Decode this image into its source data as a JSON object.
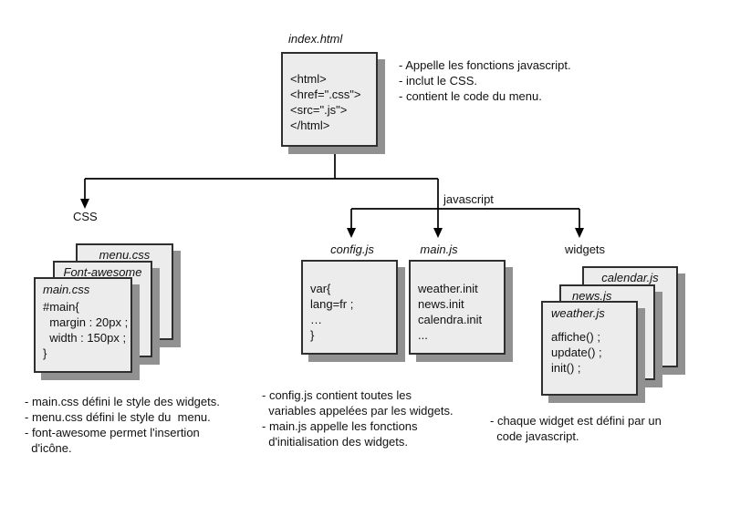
{
  "index_file": {
    "label": "index.html",
    "code": [
      "<html>",
      "<href=\".css\">",
      "<src=\".js\">",
      "</html>"
    ],
    "notes": [
      "- Appelle les fonctions javascript.",
      "- inclut le CSS.",
      "- contient le code du menu."
    ]
  },
  "tree": {
    "css_label": "CSS",
    "javascript_label": "javascript",
    "config_label": "config.js",
    "main_label": "main.js",
    "widgets_label": "widgets"
  },
  "css_stack": {
    "back_label": "menu.css",
    "middle_label": "Font-awesome",
    "front_label": "main.css",
    "front_code": [
      "#main{",
      "  margin : 20px ;",
      "  width : 150px ;",
      "}"
    ]
  },
  "config_file": {
    "code": [
      "var{",
      "lang=fr ;",
      "…",
      "}"
    ]
  },
  "main_file": {
    "code": [
      "weather.init",
      "news.init",
      "calendra.init",
      "..."
    ]
  },
  "widget_stack": {
    "back_label": "calendar.js",
    "middle_label": "news.js",
    "front_label": "weather.js",
    "front_code": [
      "affiche() ;",
      "update() ;",
      "init() ;"
    ]
  },
  "notes": {
    "css": [
      "- main.css défini le style des widgets.",
      "- menu.css défini le style du  menu.",
      "- font-awesome permet l'insertion",
      "  d'icône."
    ],
    "js": [
      "- config.js contient toutes les",
      "  variables appelées par les widgets.",
      "- main.js appelle les fonctions",
      "  d'initialisation des widgets."
    ],
    "widgets": [
      "- chaque widget est défini par un",
      "  code javascript."
    ]
  },
  "colors": {
    "box_fill": "#ececec",
    "box_border": "#2f2f2f",
    "box_shadow": "#919191",
    "line": "#000000"
  }
}
